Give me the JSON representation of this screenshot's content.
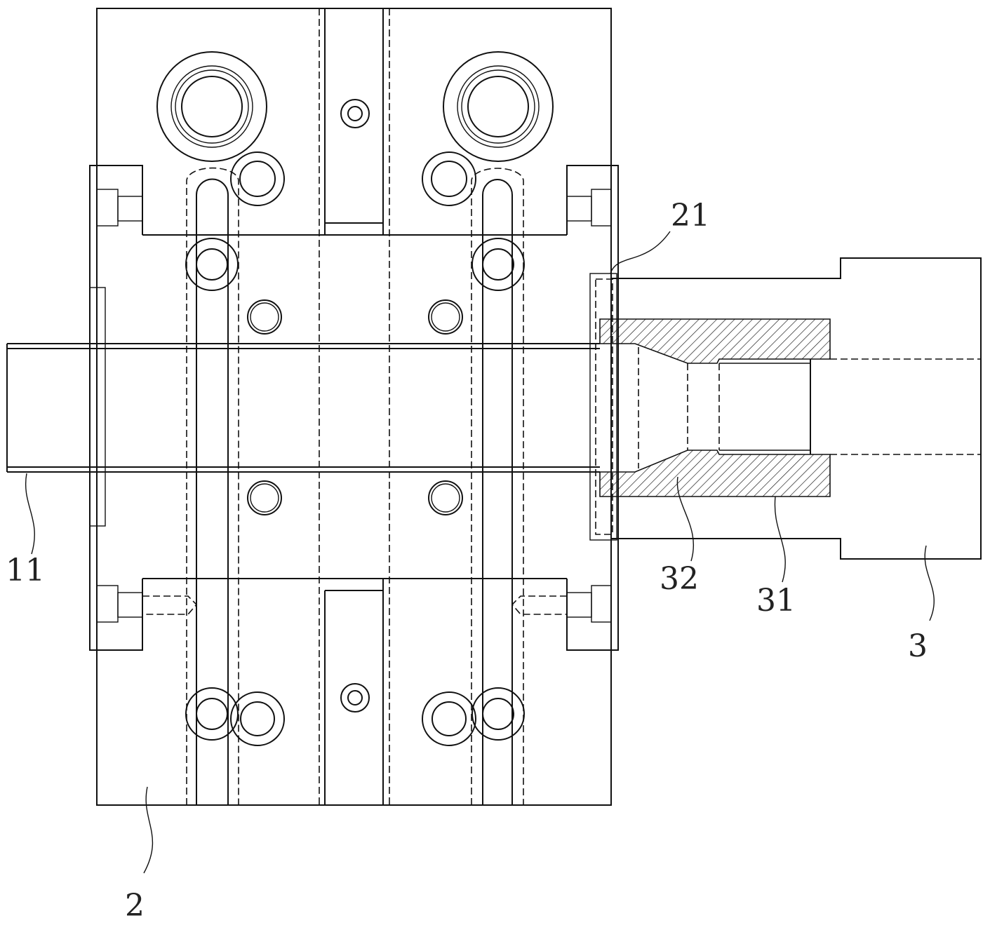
{
  "figure": {
    "labels": {
      "l21": "21",
      "l11": "11",
      "l32": "32",
      "l31": "31",
      "l3": "3",
      "l2": "2"
    }
  }
}
